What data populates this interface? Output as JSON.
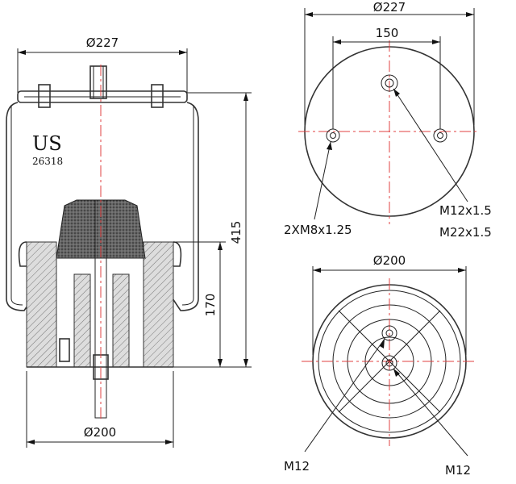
{
  "brand_text": "US",
  "part_number": "26318",
  "side_view": {
    "top_diameter": "Ø227",
    "bottom_diameter": "Ø200",
    "total_height": "415",
    "piston_height": "170"
  },
  "top_view": {
    "diameter": "Ø227",
    "bolt_spacing": "150",
    "side_threads": "2XM8x1.25",
    "center_thread_1": "M12x1.5",
    "center_thread_2": "M22x1.5"
  },
  "bottom_view": {
    "diameter": "Ø200",
    "thread_left": "M12",
    "thread_right": "M12"
  },
  "colors": {
    "centerline": "#e04040",
    "line": "#222222"
  }
}
